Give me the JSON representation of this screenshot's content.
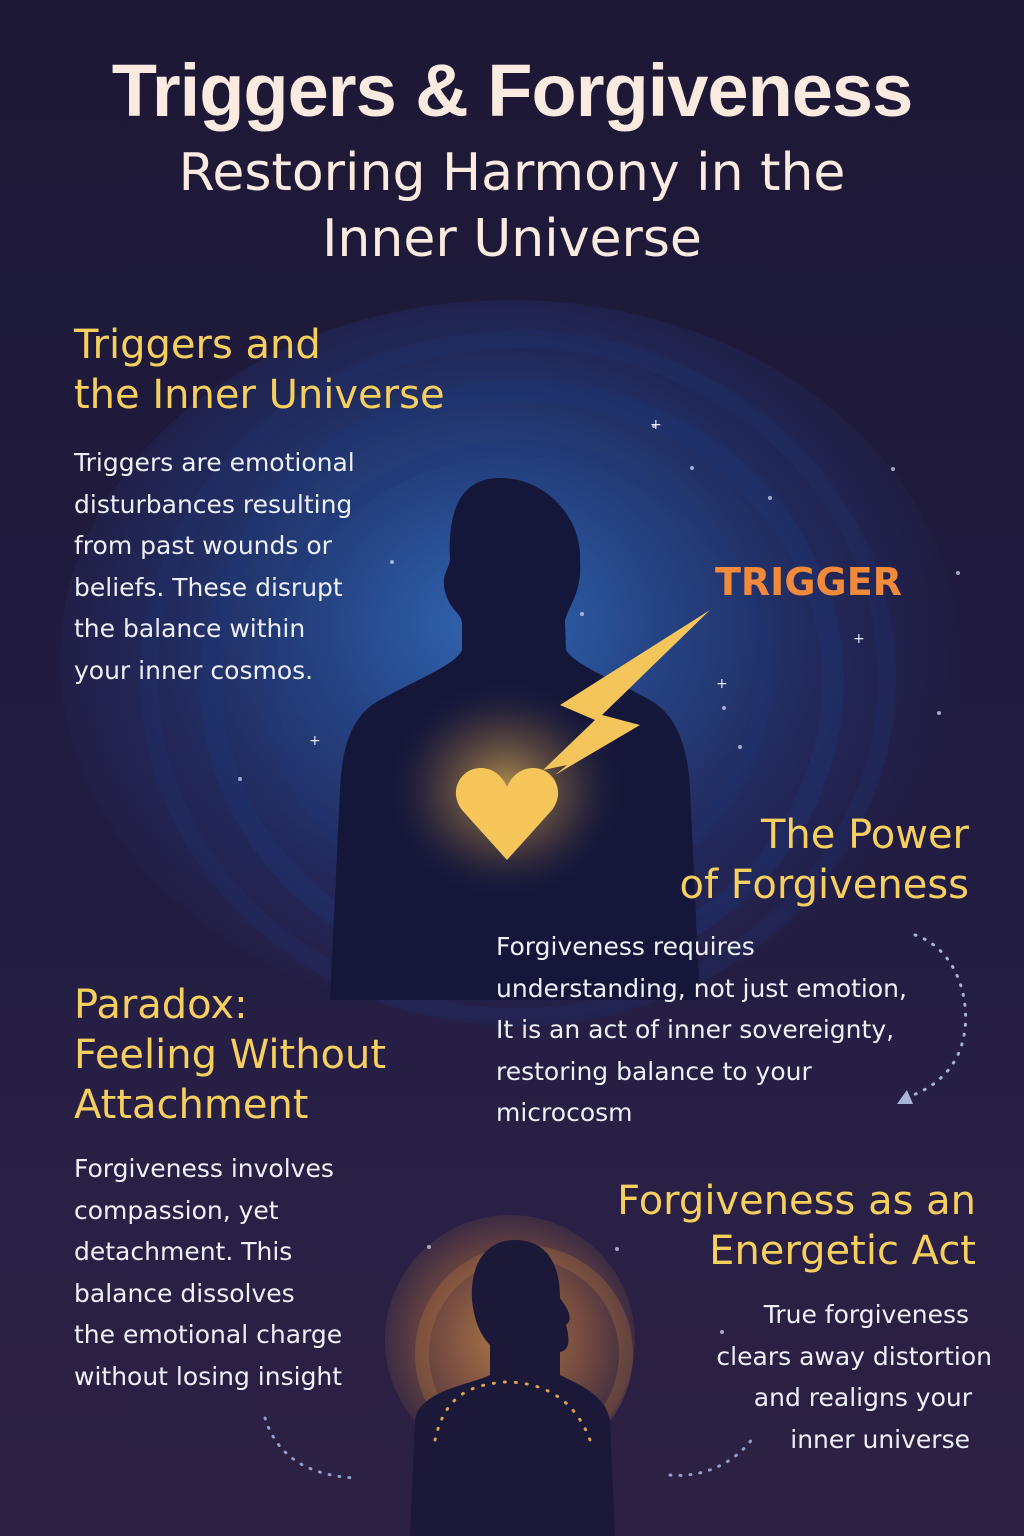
{
  "header": {
    "title": "Triggers & Forgiveness",
    "subtitle_line1": "Restoring Harmony in the",
    "subtitle_line2": "Inner Universe"
  },
  "sections": [
    {
      "heading_lines": [
        "Triggers and",
        "the Inner Universe"
      ],
      "body_lines": [
        "Triggers are emotional",
        "disturbances resulting",
        "from past wounds or",
        "beliefs. These disrupt",
        "the balance within",
        "your inner cosmos."
      ]
    },
    {
      "heading_lines": [
        "The Power",
        "of Forgiveness"
      ],
      "body_lines": [
        "Forgiveness requires",
        "understanding, not just emotion,",
        "It is an act of inner sovereignty,",
        "restoring balance to your",
        "microcosm"
      ]
    },
    {
      "heading_lines": [
        "Paradox:",
        "Feeling Without",
        "Attachment"
      ],
      "body_lines": [
        "Forgiveness involves",
        "compassion, yet",
        "detachment. This",
        "balance dissolves",
        "the emotional charge",
        "without losing insight"
      ]
    },
    {
      "heading_lines": [
        "Forgiveness as an",
        "Energetic Act"
      ],
      "body_lines": [
        "True forgiveness",
        "clears away distortion",
        "and realigns your",
        "inner universe"
      ]
    }
  ],
  "illustration": {
    "trigger_label": "TRIGGER",
    "icons": [
      "person-silhouette-icon",
      "lightning-bolt-icon",
      "heart-icon",
      "person-profile-silhouette-icon"
    ]
  },
  "colors": {
    "background": "#1f1a3b",
    "title": "#fbeadf",
    "heading": "#f6cf5e",
    "body": "#eef0f8",
    "trigger": "#f28a3c",
    "heart": "#f7c65a",
    "silhouette": "#15173a"
  }
}
